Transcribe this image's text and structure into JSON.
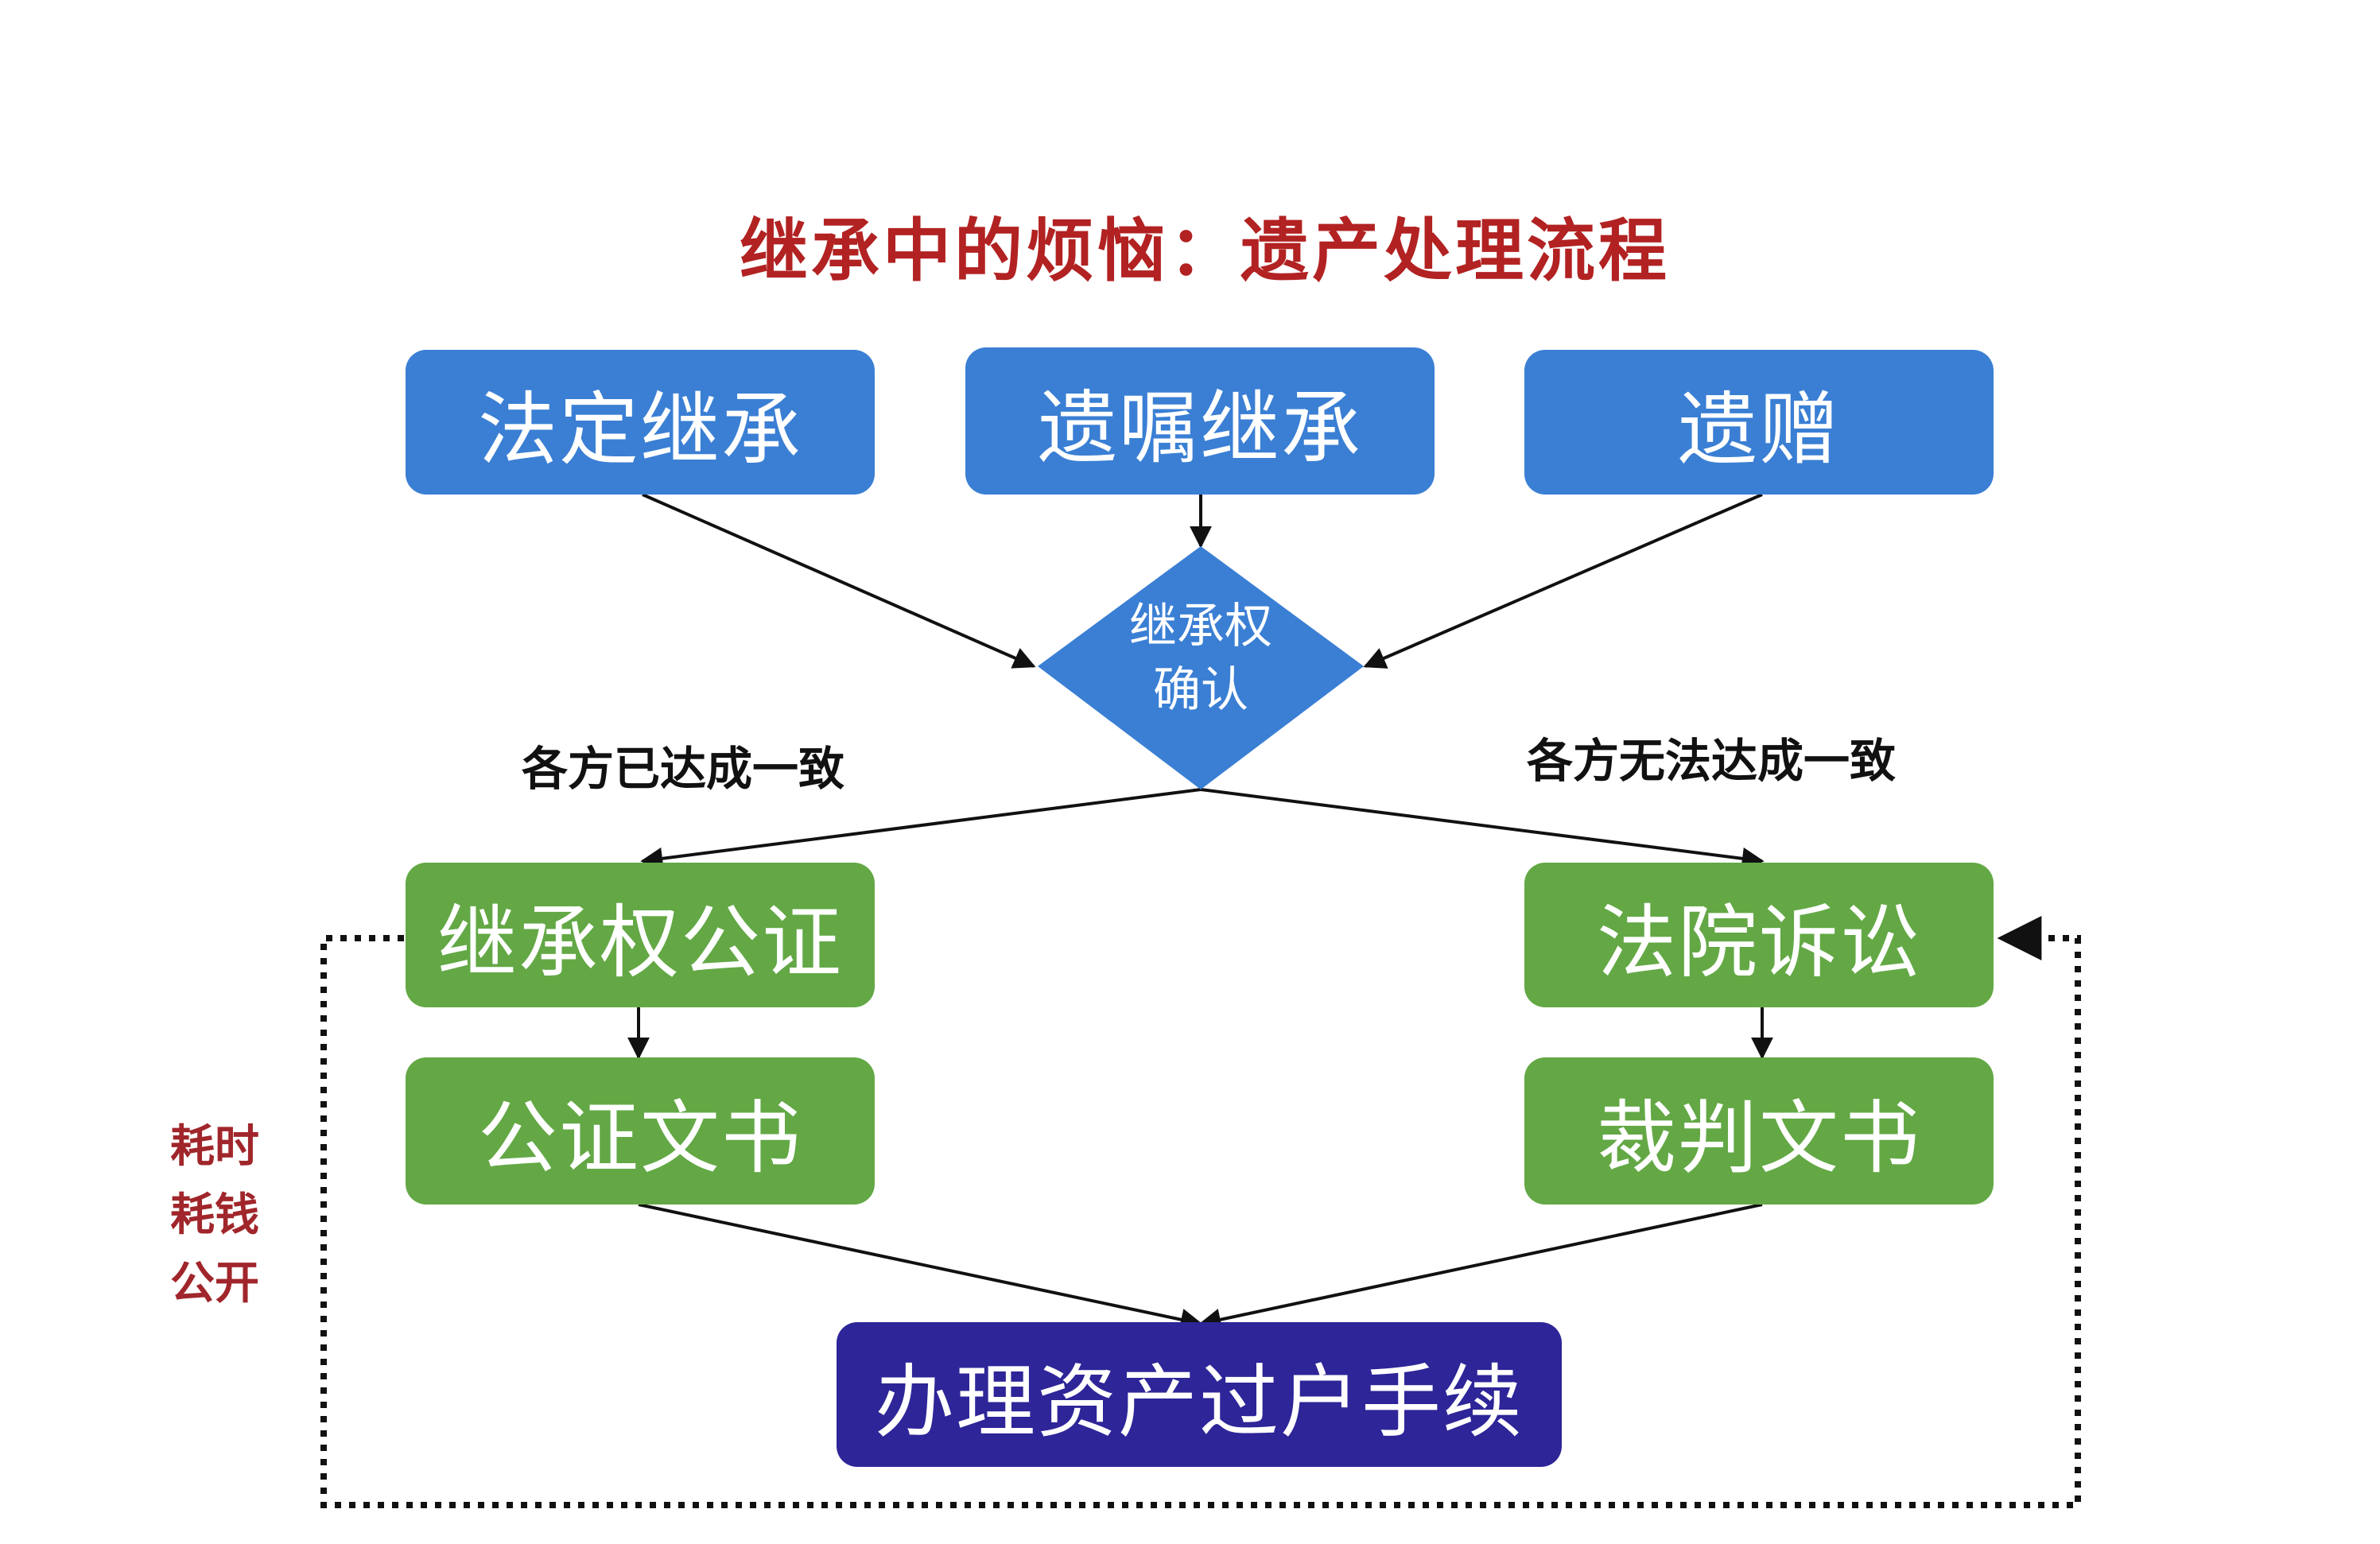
{
  "title": "继承中的烦恼：遗产处理流程",
  "top_row": {
    "statutory": "法定继承",
    "testamentary": "遗嘱继承",
    "bequest": "遗赠"
  },
  "decision": {
    "line1": "继承权",
    "line2": "确认"
  },
  "branches": {
    "agree": "各方已达成一致",
    "disagree": "各方无法达成一致"
  },
  "left_path": {
    "step1": "继承权公证",
    "step2": "公证文书"
  },
  "right_path": {
    "step1": "法院诉讼",
    "step2": "裁判文书"
  },
  "final_step": "办理资产过户手续",
  "side_note": [
    "耗时",
    "耗钱",
    "公开"
  ],
  "colors": {
    "title": "#b22222",
    "blue": "#3a7fd4",
    "green": "#63a845",
    "navy": "#2e2598",
    "side_note": "#a0262b"
  }
}
